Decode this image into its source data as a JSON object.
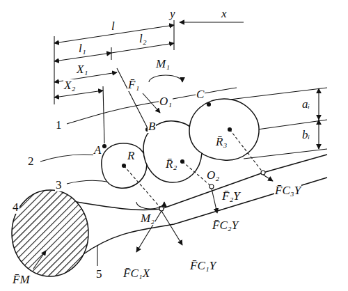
{
  "diagram": {
    "labels": [
      "y",
      "x",
      "l",
      "l₁",
      "l₂",
      "X₁",
      "X₂",
      "M₁",
      "F̄₁",
      "O₁",
      "C",
      "aᵢ",
      "bᵢ",
      "A",
      "B",
      "R",
      "R̄₂",
      "R̄₃",
      "O₂",
      "1",
      "2",
      "3",
      "4",
      "5",
      "F̄₂Y",
      "F̄C₂Y",
      "F̄C₃Y",
      "M₂",
      "F̄C₁X",
      "F̄C₁Y",
      "F̄M"
    ]
  }
}
